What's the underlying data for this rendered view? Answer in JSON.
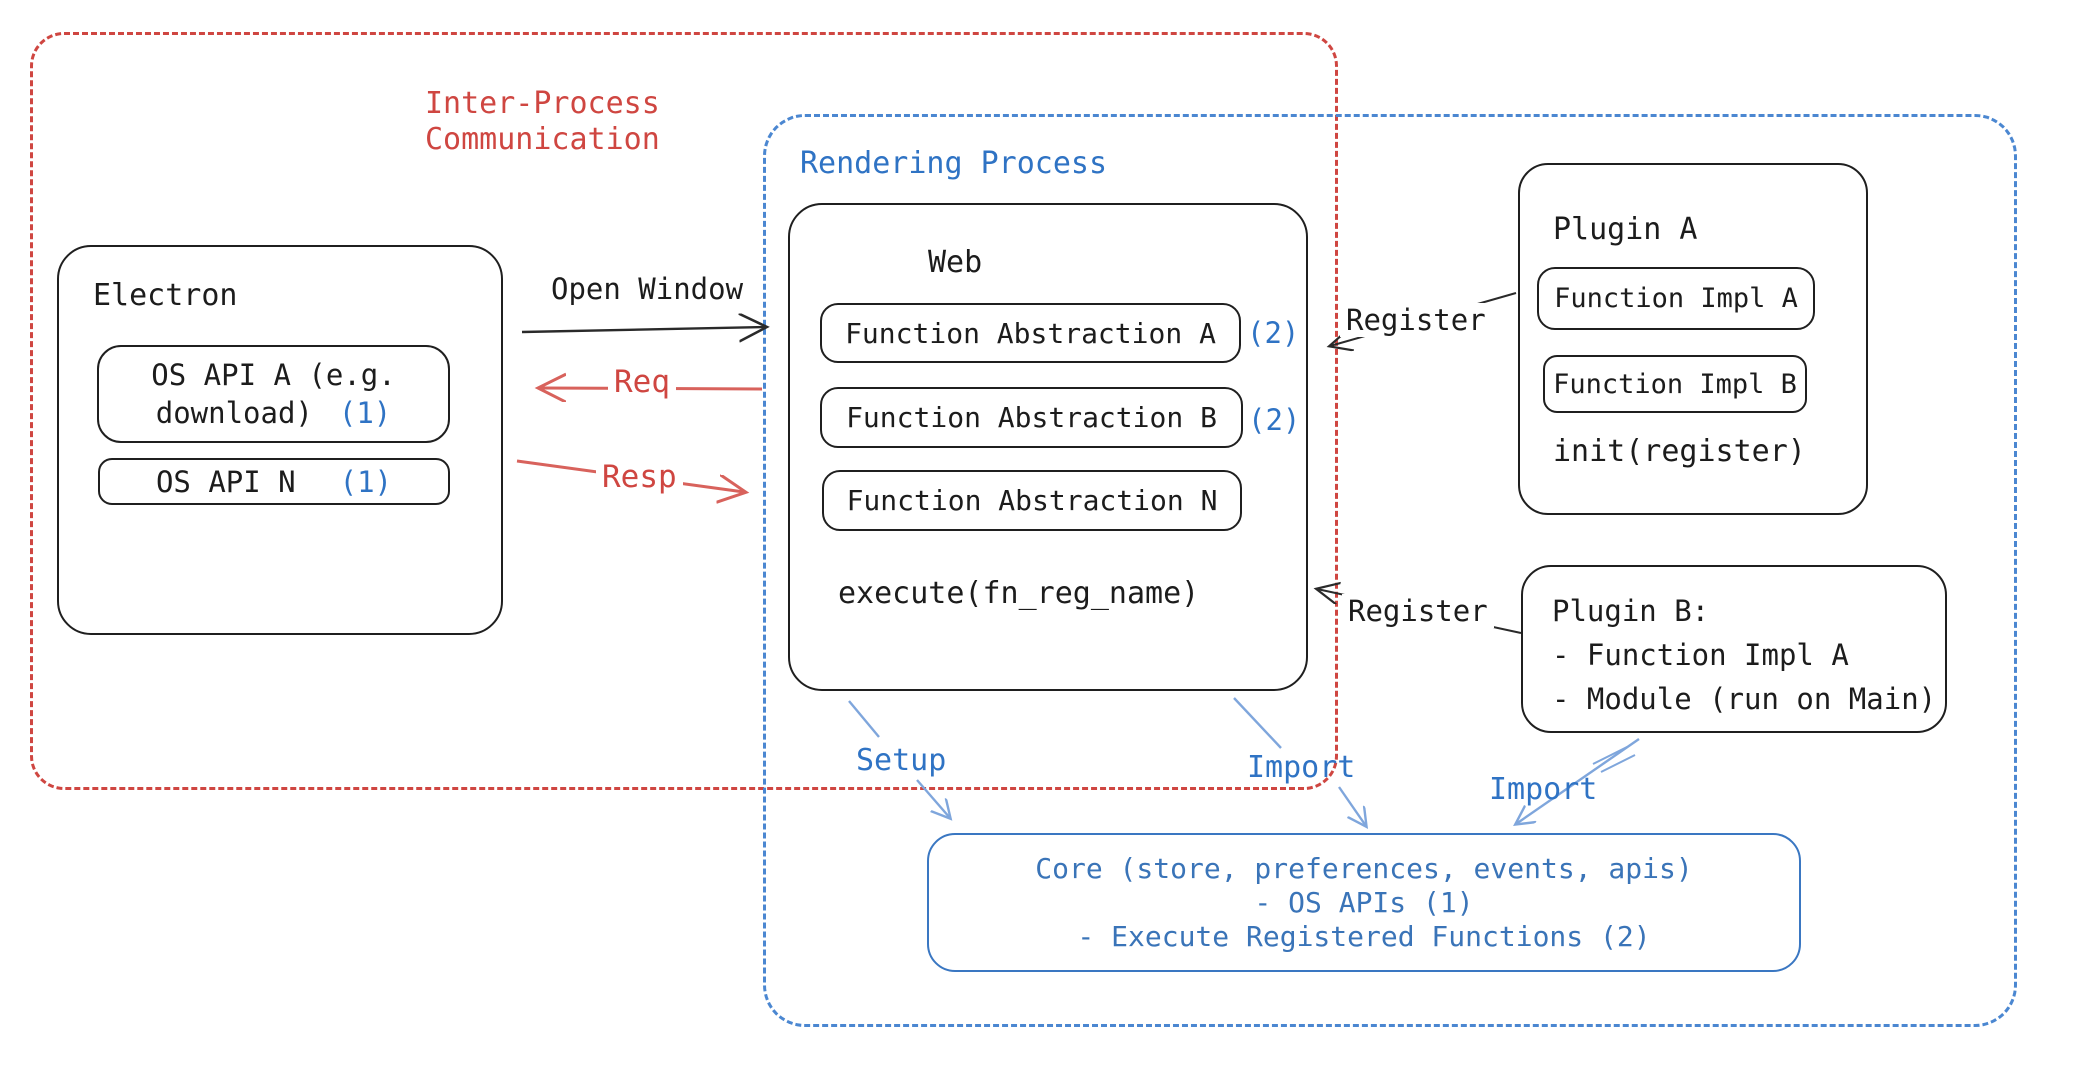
{
  "containers": {
    "ipc": {
      "label_line1": "Inter-Process",
      "label_line2": "Communication"
    },
    "rendering": {
      "label": "Rendering Process"
    }
  },
  "electron": {
    "title": "Electron",
    "os_api_a_line1": "OS API A (e.g.",
    "os_api_a_line2": "download)",
    "os_api_a_badge": "(1)",
    "os_api_n": "OS API N",
    "os_api_n_badge": "(1)"
  },
  "web": {
    "title": "Web",
    "fa_a": "Function Abstraction A",
    "fa_a_badge": "(2)",
    "fa_b": "Function Abstraction B",
    "fa_b_badge": "(2)",
    "fa_n": "Function Abstraction N",
    "execute": "execute(fn_reg_name)"
  },
  "plugin_a": {
    "title": "Plugin A",
    "impl_a": "Function Impl A",
    "impl_b": "Function Impl B",
    "init": "init(register)"
  },
  "plugin_b": {
    "title": "Plugin B:",
    "item1": "- Function Impl A",
    "item2": "- Module (run on Main)"
  },
  "core": {
    "line1": "Core (store, preferences, events, apis)",
    "line2": "- OS APIs (1)",
    "line3": "- Execute Registered Functions (2)"
  },
  "arrows": {
    "open_window": "Open Window",
    "req": "Req",
    "resp": "Resp",
    "register1": "Register",
    "register2": "Register",
    "setup": "Setup",
    "import1": "Import",
    "import2": "Import"
  },
  "colors": {
    "red": "#cf4641",
    "blue_text": "#2f73c4",
    "blue_dashed": "#4b87d1",
    "blue_arrow": "#7fa6dc",
    "ink": "#1f1f1f"
  }
}
